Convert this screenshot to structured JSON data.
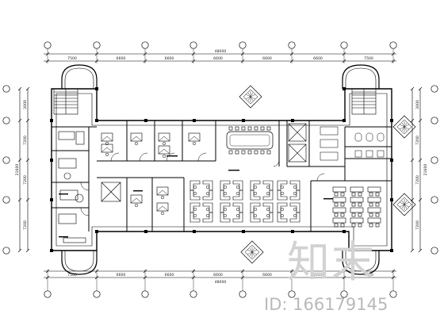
{
  "top_dims": [
    "7500",
    "6600",
    "6600",
    "6600",
    "6600",
    "6600",
    "7500"
  ],
  "top_total": "48000",
  "bottom_dims": [
    "7500",
    "6600",
    "6600",
    "6600",
    "6600",
    "6600",
    "7500"
  ],
  "bottom_total": "48000",
  "left_dims": [
    "3000",
    "7200",
    "7200",
    "7200"
  ],
  "left_total": "21600",
  "right_dims": [
    "3000",
    "7200",
    "7200",
    "7200"
  ],
  "right_total": "21600",
  "watermark": {
    "logo": "知末",
    "id": "ID: 166179145"
  }
}
